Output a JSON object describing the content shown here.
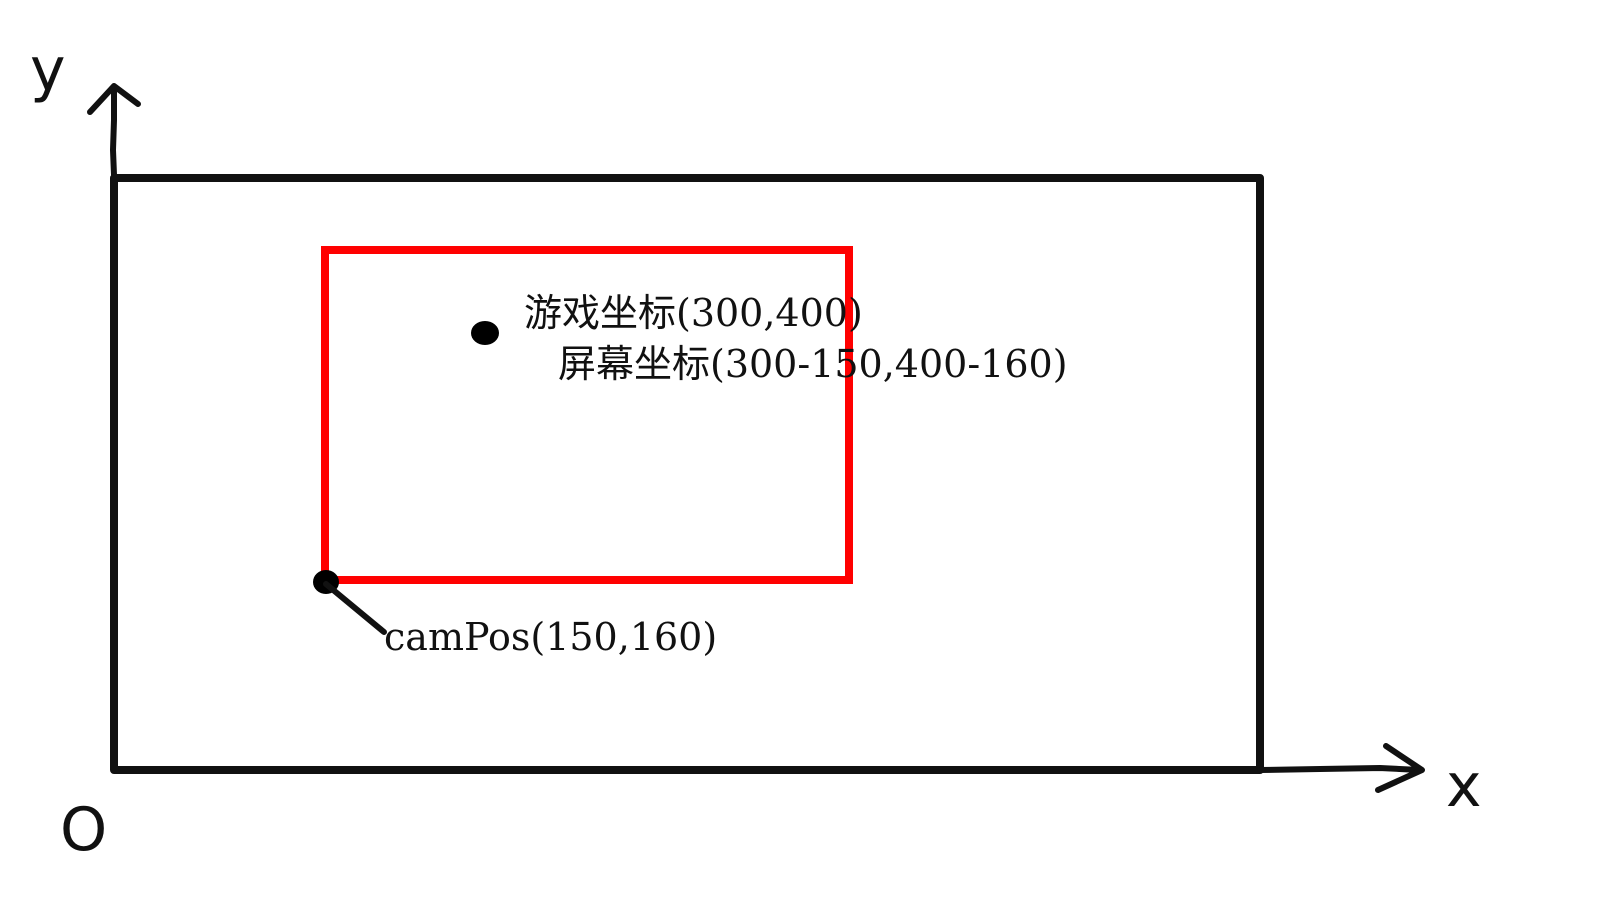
{
  "diagram": {
    "axes": {
      "y_label": "y",
      "x_label": "x",
      "origin_label": "O"
    },
    "game_point": {
      "label": "游戏坐标(300,400)",
      "screen_label": "屏幕坐标(300-150,400-160)"
    },
    "camera": {
      "label": "camPos(150,160)"
    },
    "colors": {
      "world_border": "#111111",
      "camera_view": "#ff0000",
      "points": "#000000"
    }
  }
}
